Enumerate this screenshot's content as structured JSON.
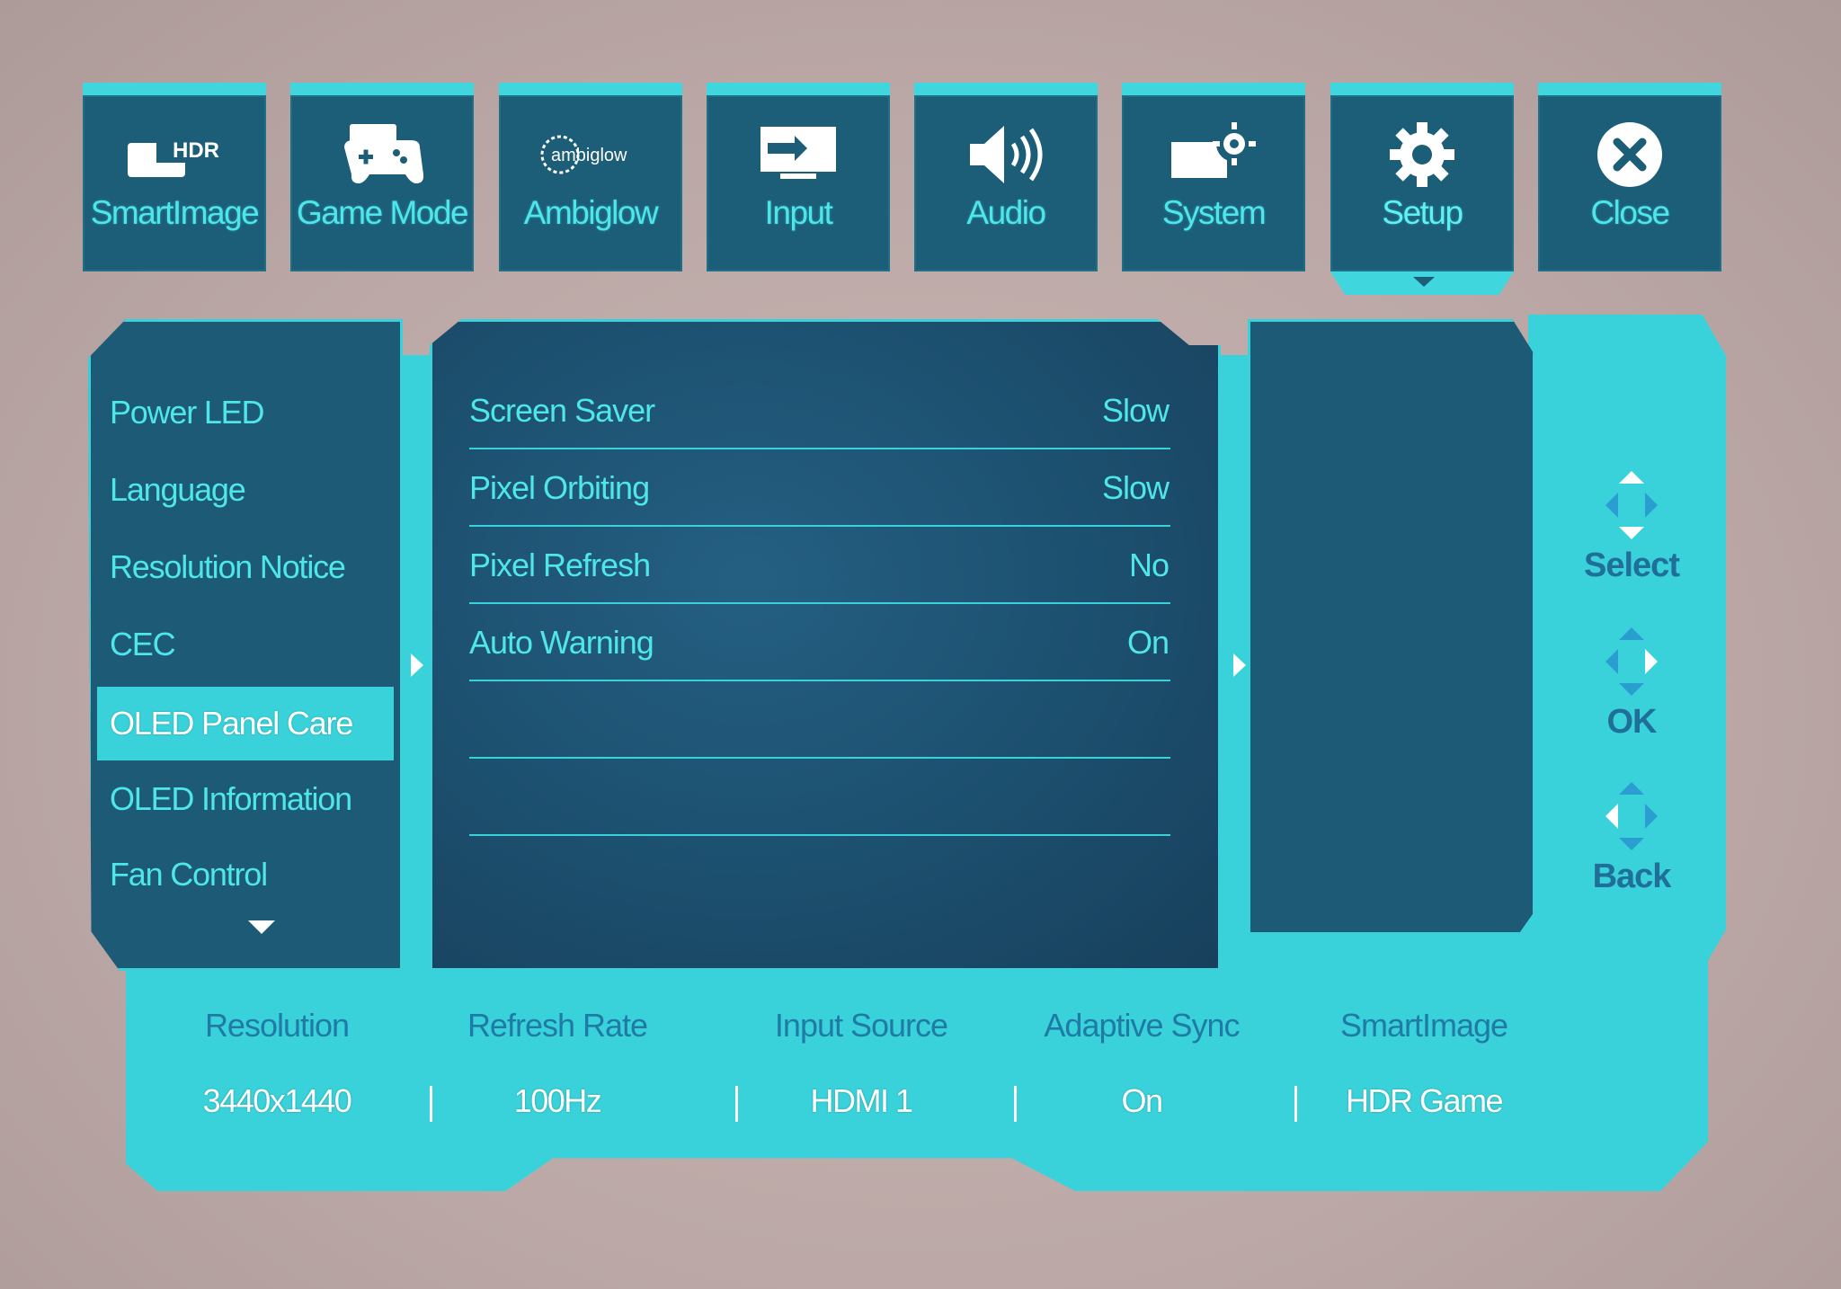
{
  "tabs": [
    {
      "id": "smartimage",
      "label": "SmartImage",
      "icon": "hdr-smartimage-icon",
      "badge": "HDR"
    },
    {
      "id": "game-mode",
      "label": "Game Mode",
      "icon": "gamepad-icon"
    },
    {
      "id": "ambiglow",
      "label": "Ambiglow",
      "icon": "ambiglow-icon",
      "badge": "ambiglow"
    },
    {
      "id": "input",
      "label": "Input",
      "icon": "input-icon"
    },
    {
      "id": "audio",
      "label": "Audio",
      "icon": "speaker-icon"
    },
    {
      "id": "system",
      "label": "System",
      "icon": "system-icon"
    },
    {
      "id": "setup",
      "label": "Setup",
      "icon": "gear-icon",
      "active": true
    },
    {
      "id": "close",
      "label": "Close",
      "icon": "close-icon"
    }
  ],
  "menu": {
    "items": [
      {
        "label": "Power LED"
      },
      {
        "label": "Language"
      },
      {
        "label": "Resolution Notice"
      },
      {
        "label": "CEC"
      },
      {
        "label": "OLED Panel Care",
        "selected": true
      },
      {
        "label": "OLED Information"
      },
      {
        "label": "Fan Control"
      }
    ]
  },
  "settings": {
    "rows": [
      {
        "label": "Screen Saver",
        "value": "Slow"
      },
      {
        "label": "Pixel Orbiting",
        "value": "Slow"
      },
      {
        "label": "Pixel Refresh",
        "value": "No"
      },
      {
        "label": "Auto Warning",
        "value": "On"
      },
      {
        "label": "",
        "value": ""
      },
      {
        "label": "",
        "value": ""
      }
    ]
  },
  "keys": [
    {
      "label": "Select",
      "icon": "dpad-select-icon"
    },
    {
      "label": "OK",
      "icon": "dpad-ok-icon"
    },
    {
      "label": "Back",
      "icon": "dpad-back-icon"
    }
  ],
  "status": [
    {
      "label": "Resolution",
      "value": "3440x1440"
    },
    {
      "label": "Refresh Rate",
      "value": "100Hz"
    },
    {
      "label": "Input Source",
      "value": "HDMI 1"
    },
    {
      "label": "Adaptive Sync",
      "value": "On"
    },
    {
      "label": "SmartImage",
      "value": "HDR Game"
    }
  ],
  "colors": {
    "accent": "#3ad2da",
    "panel": "#1c5a76",
    "text": "#4fe6ea",
    "key_text": "#1f6f98"
  }
}
